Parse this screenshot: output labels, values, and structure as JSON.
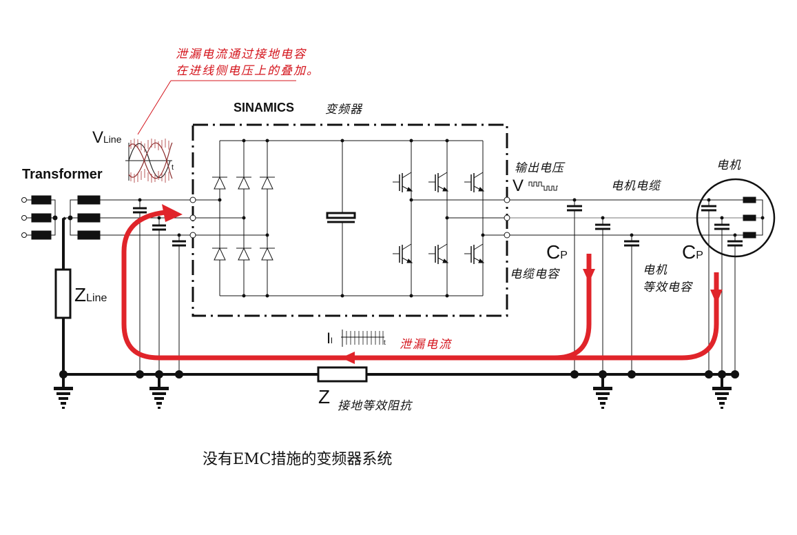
{
  "annotation": {
    "line1": "泄漏电流通过接地电容",
    "line2": "在进线侧电压上的叠加。"
  },
  "inverter": {
    "brand": "SINAMICS",
    "label": "变频器"
  },
  "transformer": {
    "label": "Transformer"
  },
  "line_voltage": {
    "symbol": "V",
    "subscript": "Line",
    "axis": "t"
  },
  "line_impedance": {
    "symbol": "Z",
    "subscript": "Line"
  },
  "output_voltage": {
    "label": "输出电压",
    "symbol": "V"
  },
  "motor_cable": {
    "label": "电机电缆"
  },
  "motor": {
    "label": "电机"
  },
  "cable_capacitance": {
    "symbol": "C",
    "subscript": "P",
    "label": "电缆电容"
  },
  "motor_capacitance": {
    "symbol": "C",
    "subscript": "P",
    "label_line1": "电机",
    "label_line2": "等效电容"
  },
  "leakage_current": {
    "symbol": "I",
    "subscript": "l",
    "axis": "t",
    "label": "泄漏电流"
  },
  "ground_impedance": {
    "symbol": "Z",
    "label": "接地等效阻抗"
  },
  "caption": "没有EMC措施的变频器系统",
  "colors": {
    "leakage": "#e0242a",
    "wire": "#111111",
    "annotation": "#d4141c"
  }
}
